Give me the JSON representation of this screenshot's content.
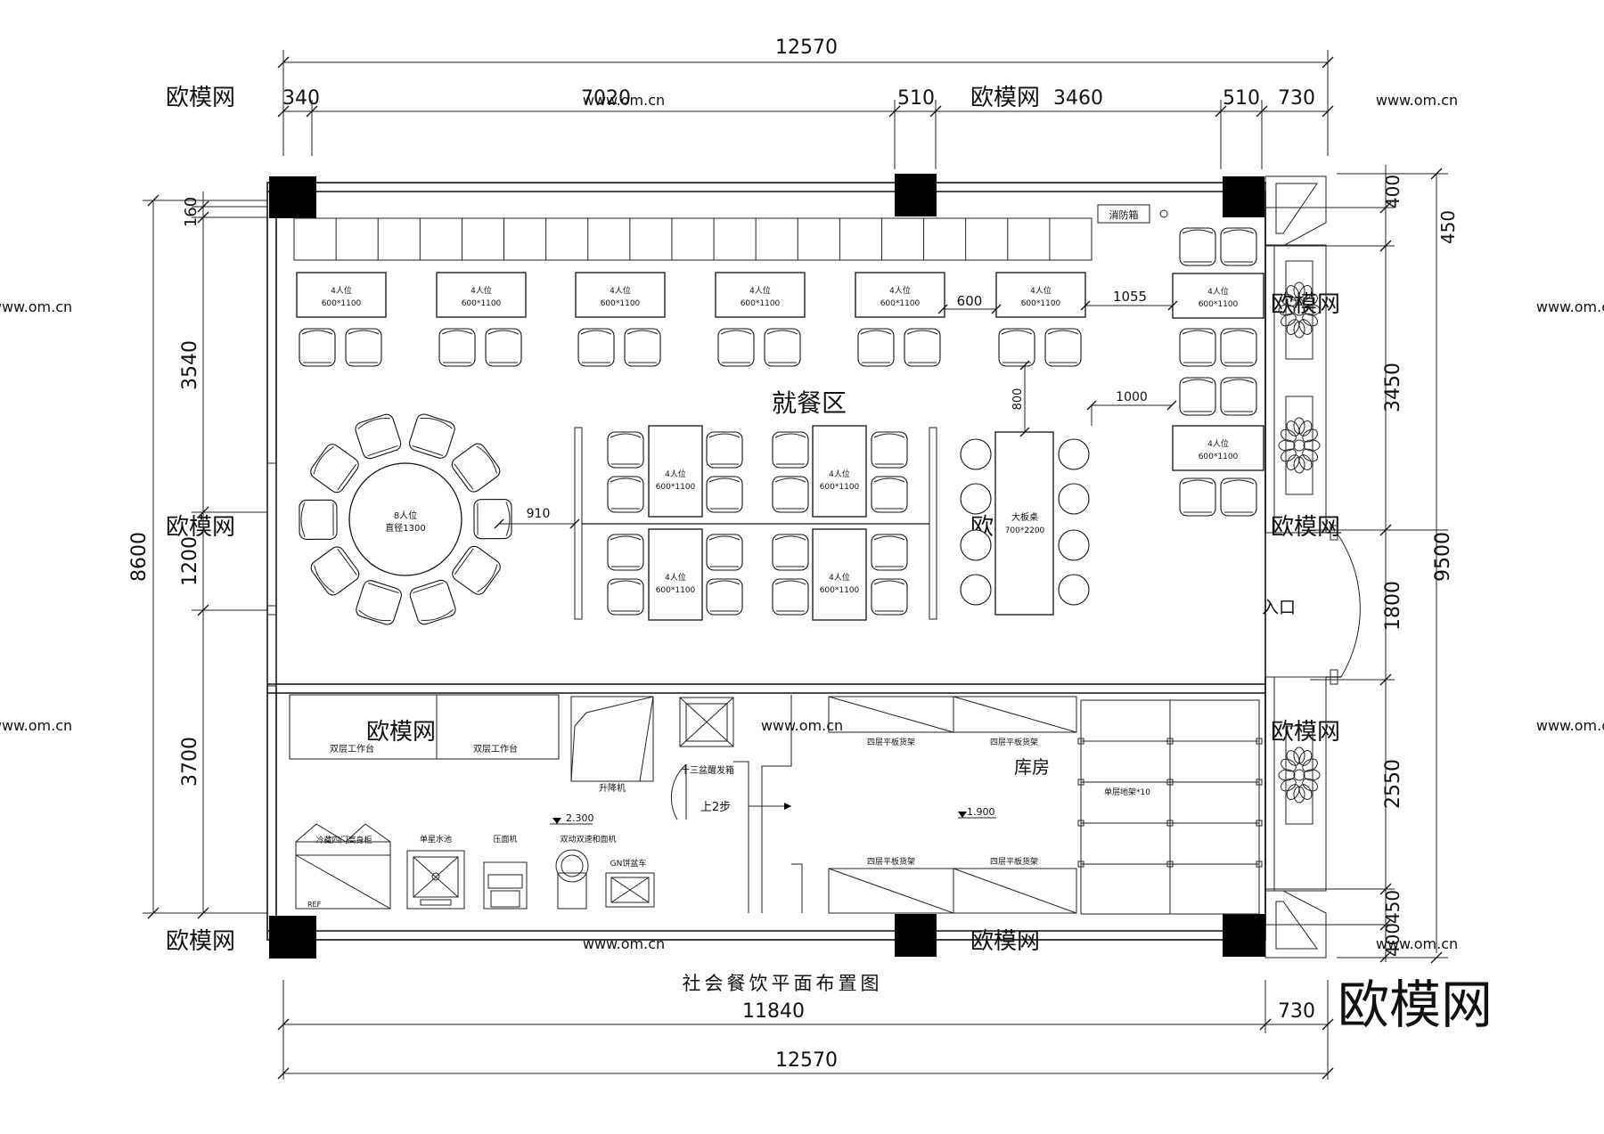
{
  "plan": {
    "title": "社会餐饮平面布置图",
    "brand": "欧模网",
    "watermarks": {
      "text": "欧模网",
      "site": "www.om.cn"
    },
    "dims_top": {
      "total": "12570",
      "segs": [
        "340",
        "7020",
        "510",
        "3460",
        "510",
        "730"
      ]
    },
    "dims_bottom": {
      "total": "12570",
      "segs": [
        "11840",
        "730"
      ]
    },
    "dims_left": {
      "total": "8600",
      "segs": [
        "160",
        "3540",
        "1200",
        "3700"
      ]
    },
    "dims_right": {
      "total": "9500",
      "segs": [
        "400",
        "450",
        "3450",
        "1800",
        "2550",
        "450",
        "400"
      ]
    },
    "inner_dims": [
      "600",
      "1055",
      "800",
      "1000",
      "910"
    ],
    "areas": {
      "dining": "就餐区",
      "storage": "库房",
      "entrance": "入口"
    },
    "tables": {
      "four_label": "4人位",
      "four_size": "600*1100",
      "round_label": "8人位",
      "round_size": "直径1300",
      "big_label": "大板桌",
      "big_size": "700*2200"
    },
    "fire": "消防箱",
    "kitchen": {
      "workbench": "双层工作台",
      "lift": "升降机",
      "proofer": "十三盆醒发箱",
      "steps": "上2步",
      "fridge": "冷藏四门高身柜",
      "fridge_tag": "REF",
      "sink": "单星水池",
      "press": "压面机",
      "mixer": "双动双速和面机",
      "cart": "GN饼盆车",
      "level_kitchen": "2.300",
      "level_store": "1.900"
    },
    "store": {
      "shelf4": "四层平板货架",
      "floor_rack": "单层地架*10"
    }
  }
}
